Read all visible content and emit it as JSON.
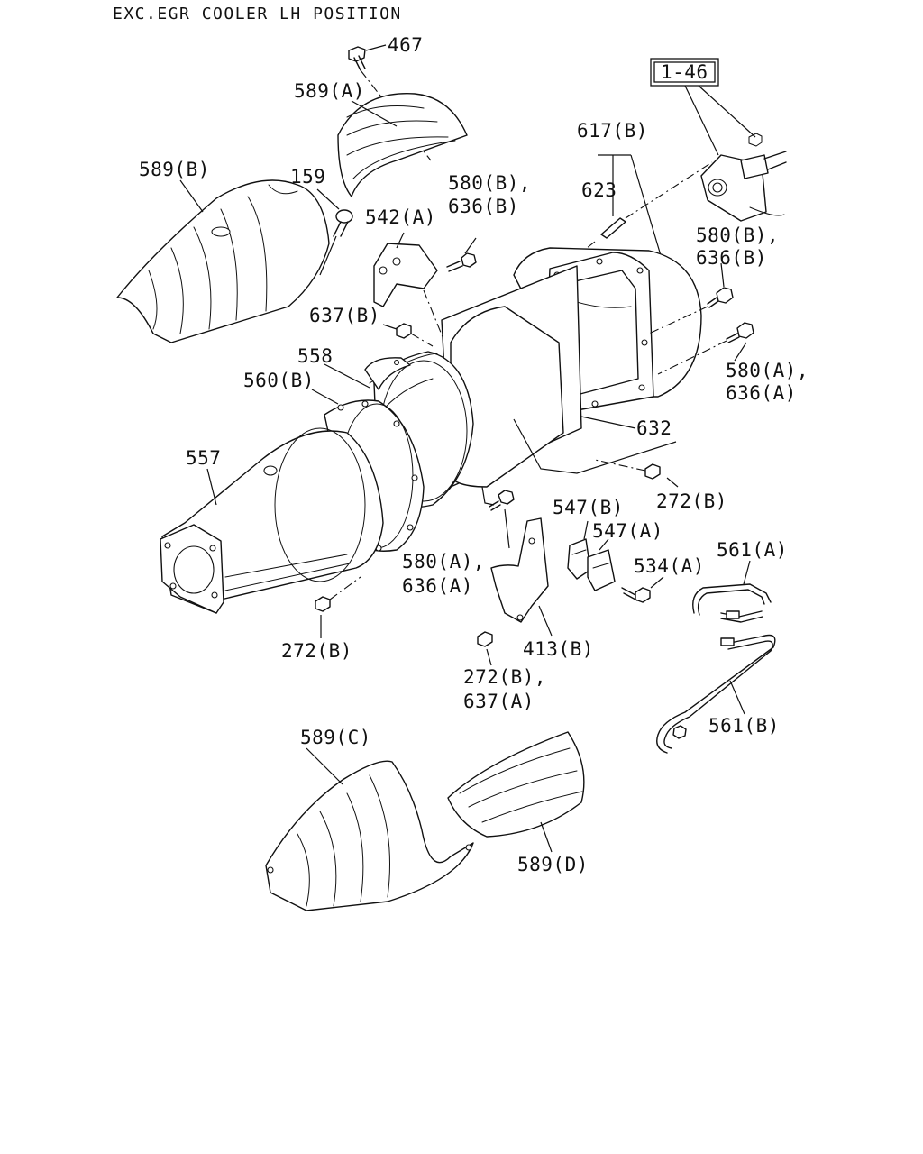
{
  "header": {
    "title": "EXC.EGR COOLER LH POSITION"
  },
  "reference": {
    "label": "1-46"
  },
  "callouts": {
    "p467": "467",
    "p589a": "589(A)",
    "p589b": "589(B)",
    "p159": "159",
    "p617b": "617(B)",
    "p623": "623",
    "p580b_1": "580(B),",
    "p636b_1": "636(B)",
    "p542a": "542(A)",
    "p580b_2": "580(B),",
    "p636b_2": "636(B)",
    "p637b": "637(B)",
    "p558": "558",
    "p560b": "560(B)",
    "p580a_1": "580(A),",
    "p636a_1": "636(A)",
    "p632": "632",
    "p557": "557",
    "p272b_1": "272(B)",
    "p547b": "547(B)",
    "p547a": "547(A)",
    "p561a": "561(A)",
    "p534a": "534(A)",
    "p580a_2": "580(A),",
    "p636a_2": "636(A)",
    "p272b_2": "272(B)",
    "p413b": "413(B)",
    "p272b_3": "272(B),",
    "p637a": "637(A)",
    "p561b": "561(B)",
    "p589c": "589(C)",
    "p589d": "589(D)"
  }
}
